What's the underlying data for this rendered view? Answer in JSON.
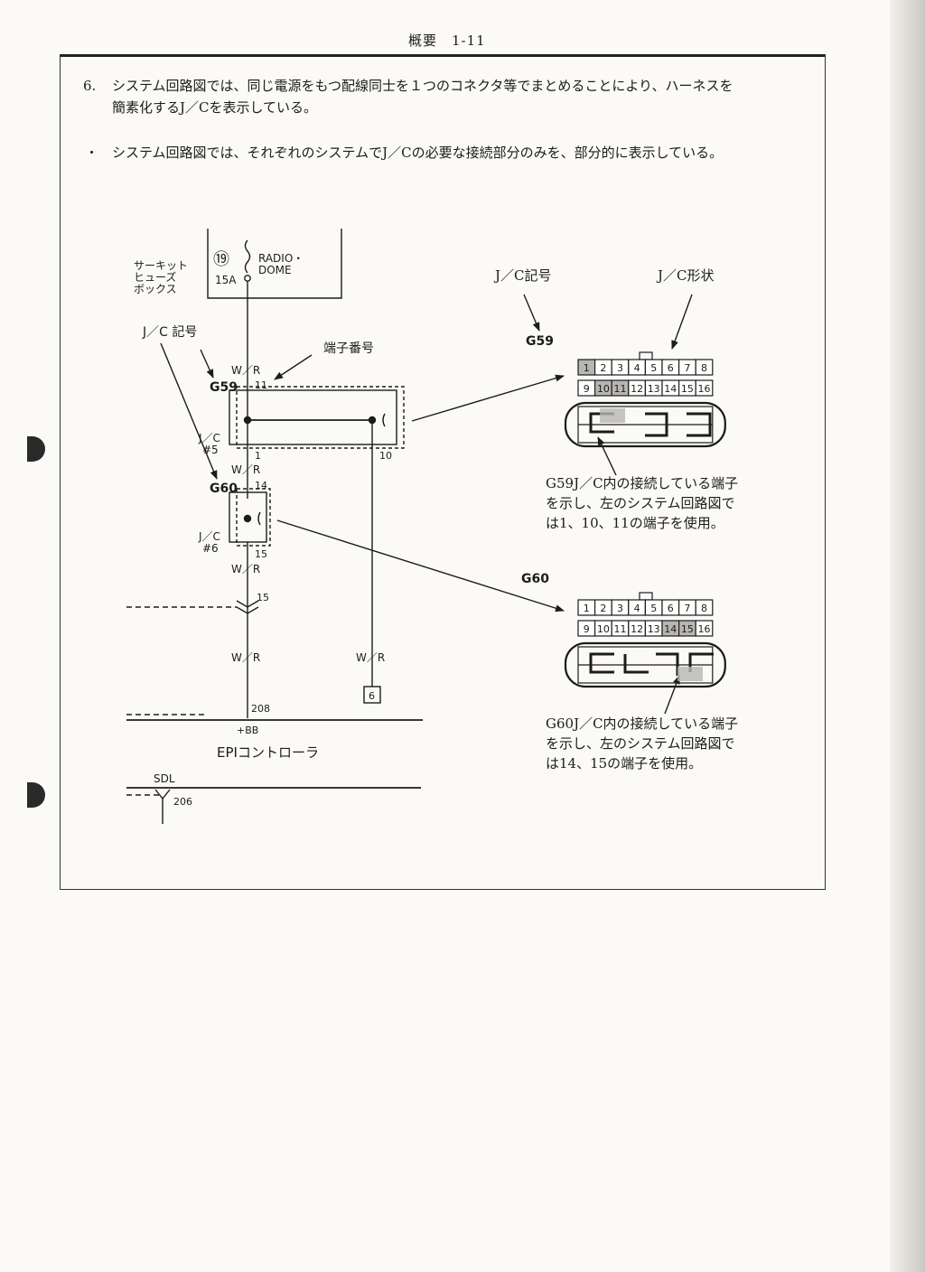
{
  "page": {
    "header": "概要　1-11"
  },
  "body": {
    "item_number": "6.",
    "item_line1": "システム回路図では、同じ電源をもつ配線同士を１つのコネクタ等でまとめることにより、ハーネスを",
    "item_line2": "簡素化するJ／Cを表示している。",
    "bullet_mark": "・",
    "bullet_text": "システム回路図では、それぞれのシステムでJ／Cの必要な接続部分のみを、部分的に表示している。"
  },
  "circuit": {
    "fuse_box_l1": "サーキット",
    "fuse_box_l2": "ヒューズ",
    "fuse_box_l3": "ボックス",
    "fuse_number": "⑲",
    "fuse_amp": "15A",
    "fuse_name_l1": "RADIO・",
    "fuse_name_l2": "DOME",
    "jc_symbol_label_1": "J／C 記号",
    "terminal_number_label": "端子番号",
    "wire_wr": "W／R",
    "g59": "G59",
    "g60": "G60",
    "jc5_l1": "J／C",
    "jc5_l2": "#5",
    "jc6_l1": "J／C",
    "jc6_l2": "#6",
    "pin_11": "11",
    "pin_1": "1",
    "pin_10": "10",
    "pin_14": "14",
    "pin_15a": "15",
    "pin_15b": "15",
    "term_6": "6",
    "pin_208": "208",
    "plus_bb": "+BB",
    "epi": "EPIコントローラ",
    "sdl": "SDL",
    "pin_206": "206"
  },
  "connectors": {
    "jc_symbol_label_2": "J／C記号",
    "jc_shape_label": "J／C形状",
    "g59": "G59",
    "g60": "G60",
    "row1": [
      "1",
      "2",
      "3",
      "4",
      "5",
      "6",
      "7",
      "8"
    ],
    "row2": [
      "9",
      "10",
      "11",
      "12",
      "13",
      "14",
      "15",
      "16"
    ],
    "g59_shaded": [
      "1",
      "10",
      "11"
    ],
    "g60_shaded": [
      "14",
      "15"
    ],
    "g59_note_l1": "G59J／C内の接続している端子",
    "g59_note_l2": "を示し、左のシステム回路図で",
    "g59_note_l3": "は1、10、11の端子を使用。",
    "g60_note_l1": "G60J／C内の接続している端子",
    "g60_note_l2": "を示し、左のシステム回路図で",
    "g60_note_l3": "は14、15の端子を使用。"
  },
  "colors": {
    "ink": "#1c1c1c",
    "paper": "#fbfaf6",
    "shade": "#b8b6b2"
  }
}
